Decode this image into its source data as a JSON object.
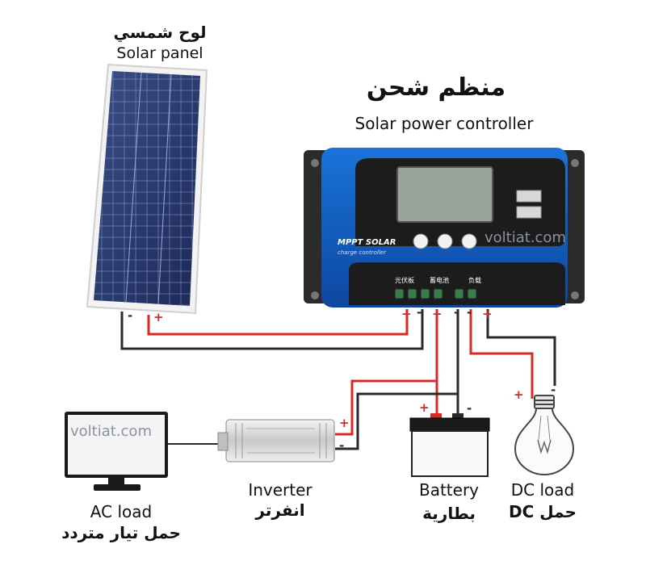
{
  "labels": {
    "panel_ar": "لوح شمسي",
    "panel_en": "Solar panel",
    "controller_ar": "منظم شحن",
    "controller_en": "Solar power controller",
    "inverter_en": "Inverter",
    "inverter_ar": "انفرتر",
    "battery_en": "Battery",
    "battery_ar": "بطارية",
    "dcload_en": "DC load",
    "dcload_ar": "حمل DC",
    "acload_en": "AC load",
    "acload_ar": "حمل تيار متردد"
  },
  "controller_face": {
    "brand": "MPPT SOLAR",
    "sub": "charge controller",
    "ports_cn": [
      "光伏板",
      "蓄电池",
      "负载"
    ]
  },
  "terminals": {
    "plus": "+",
    "minus": "-"
  },
  "watermark": "voltiat.com",
  "colors": {
    "positive_wire": "#d42a2a",
    "negative_wire": "#2a2a2a",
    "controller_body": "#1565c0"
  }
}
